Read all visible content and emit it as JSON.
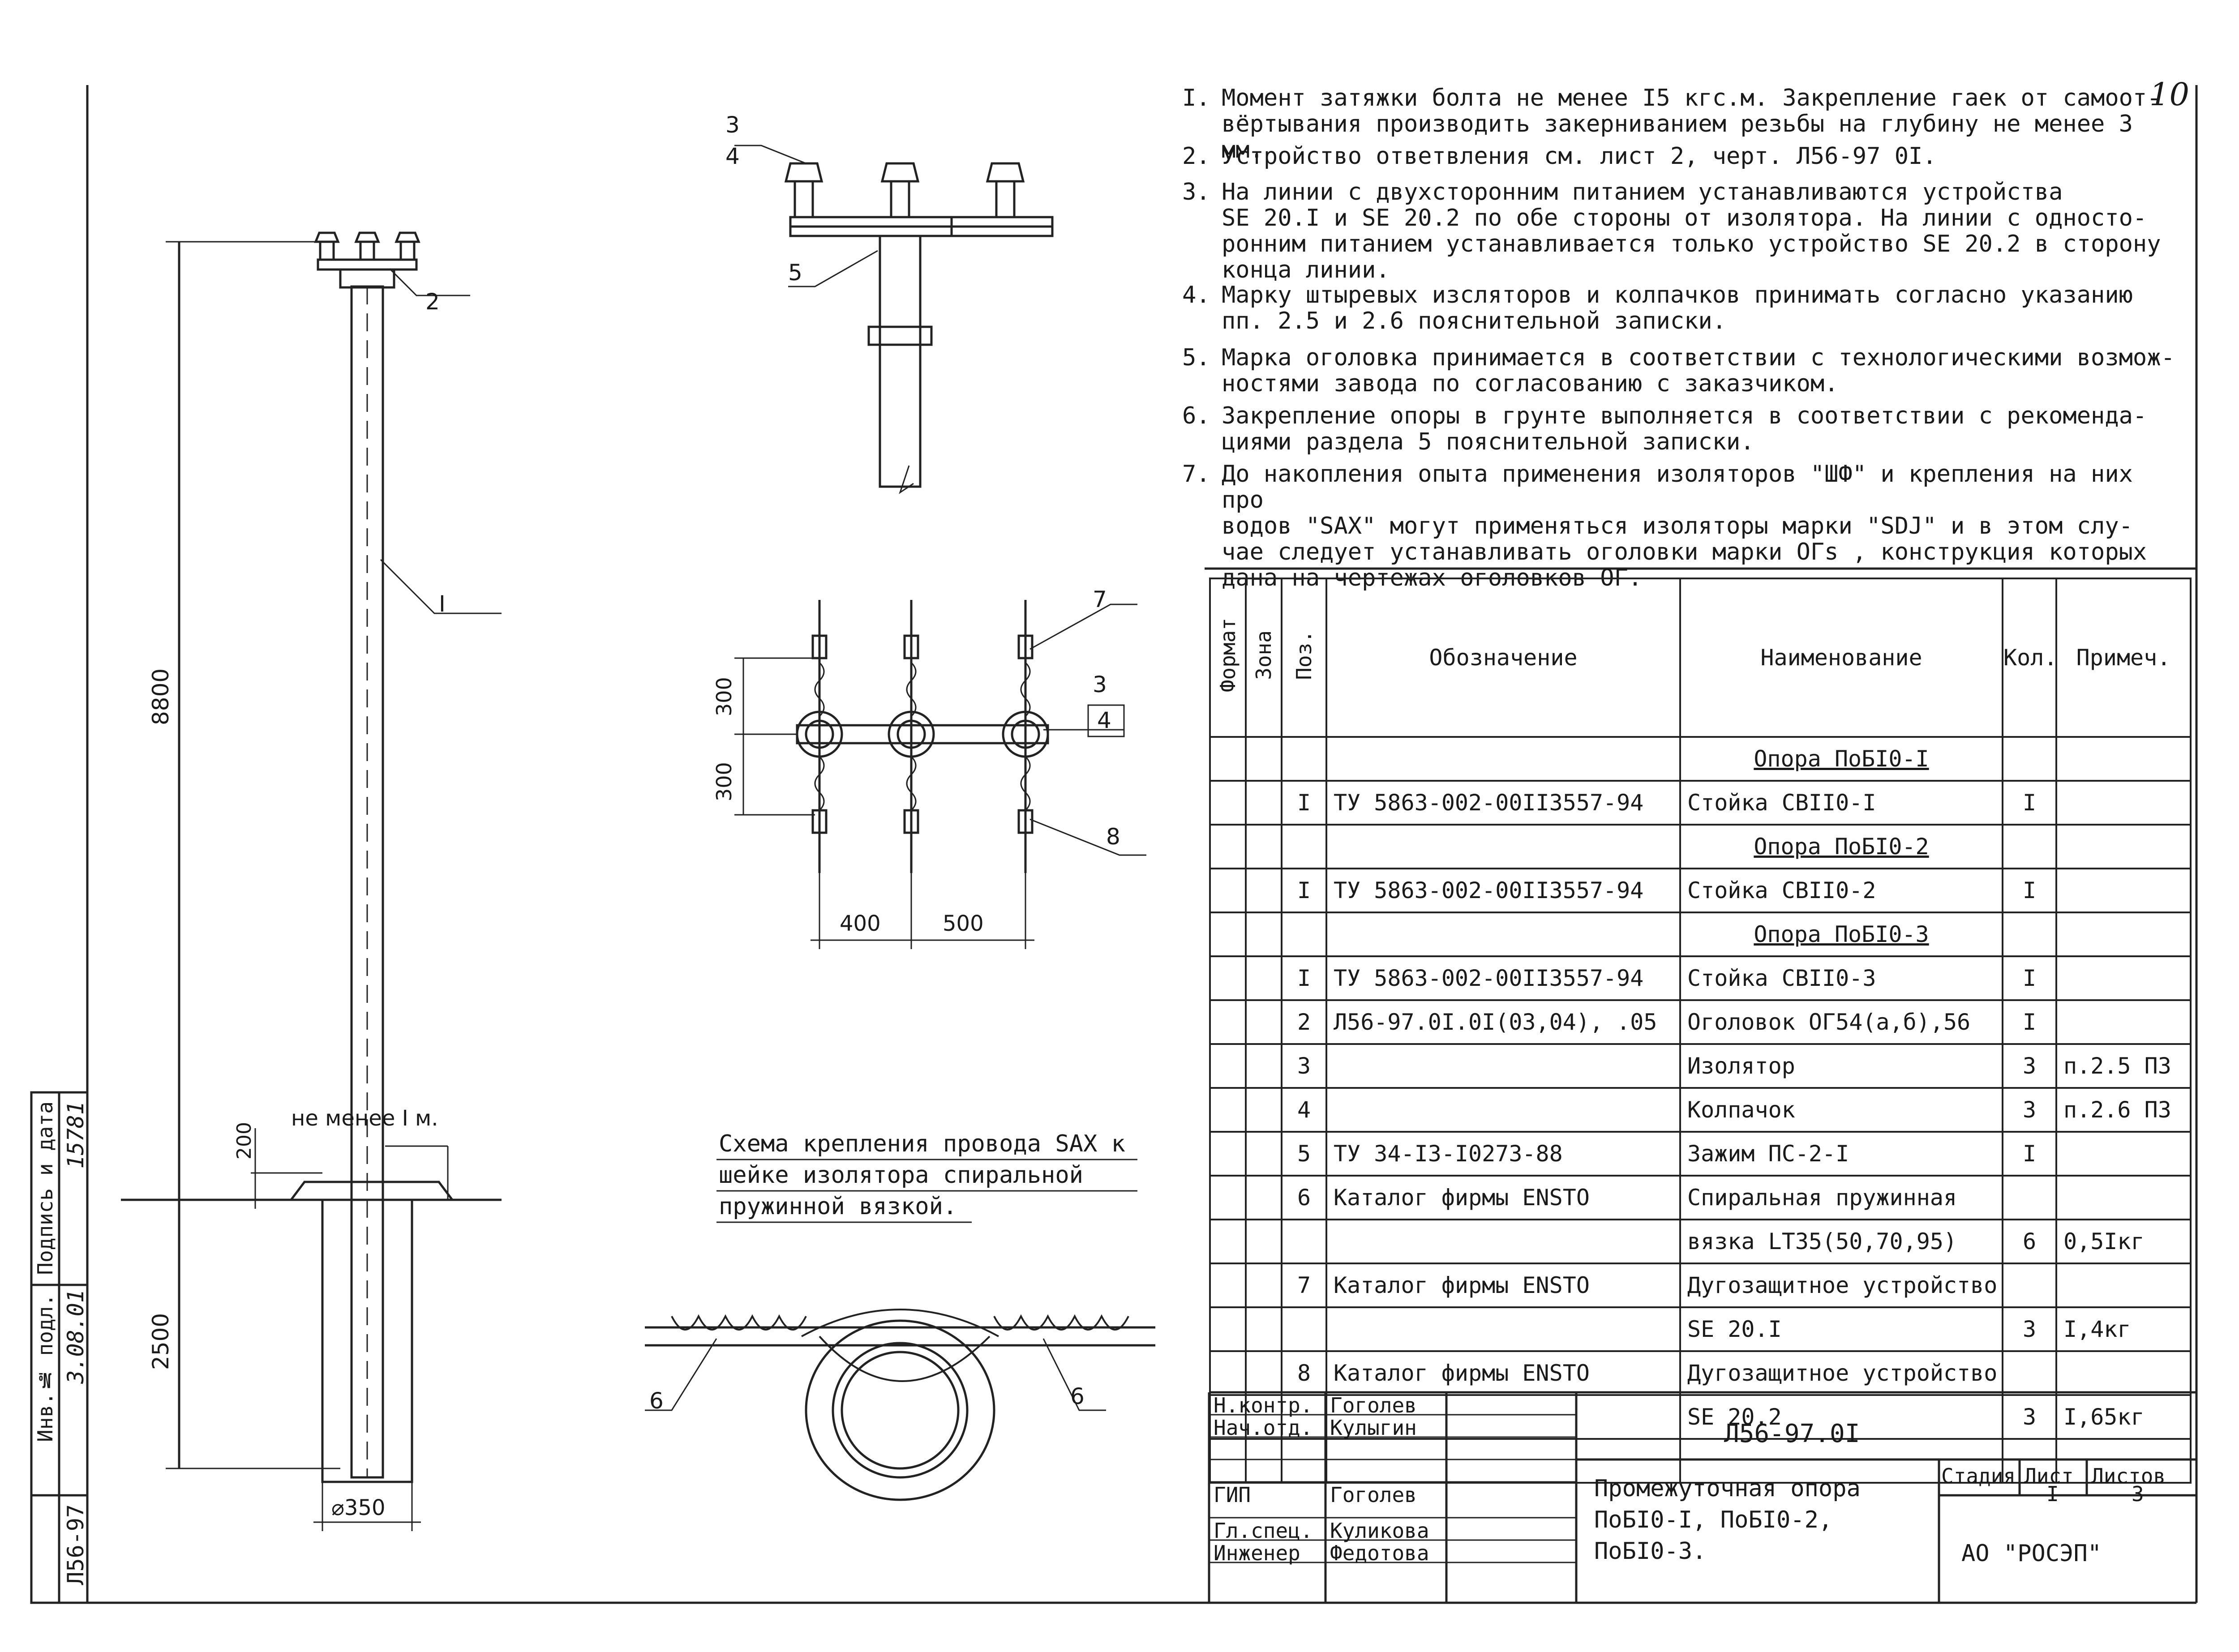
{
  "page_number": "10",
  "notes": [
    {
      "n": "I.",
      "text": "Момент затяжки болта не менее I5 кгс.м. Закрепление гаек от самоот-\nвёртывания производить закерниванием резьбы на глубину не менее 3 мм."
    },
    {
      "n": "2.",
      "text": "Устройство ответвления см. лист 2, черт. Л56-97 0I."
    },
    {
      "n": "3.",
      "text": "На линии с двухсторонним питанием устанавливаются устройства\nSE 20.I и SE 20.2 по обе стороны от изолятора. На линии с односто-\nронним питанием устанавливается только устройство SE 20.2 в сторону\nконца линии."
    },
    {
      "n": "4.",
      "text": "Марку штыревых изсляторов и колпачков принимать согласно указанию\nпп. 2.5 и 2.6 пояснительной записки."
    },
    {
      "n": "5.",
      "text": "Марка оголовка принимается в соответствии с технологическими возмож-\nностями завода по согласованию с заказчиком."
    },
    {
      "n": "6.",
      "text": "Закрепление опоры в грунте выполняется в соответствии с рекоменда-\nциями раздела 5 пояснительной записки."
    },
    {
      "n": "7.",
      "text": "До накопления опыта применения изоляторов \"ШФ\" и крепления на них про\nводов \"SAX\" могут применяться изоляторы марки \"SDJ\" и в этом слу-\nчае следует устанавливать оголовки марки ОГs , конструкция которых\nдана на чертежах оголовков ОГ."
    }
  ],
  "spec_table": {
    "headers": {
      "format": "Формат",
      "zone": "Зона",
      "pos": "Поз.",
      "designation": "Обозначение",
      "name": "Наименование",
      "qty": "Кол.",
      "note": "Примеч."
    },
    "rows": [
      {
        "pos": "",
        "designation": "",
        "name": "Опора ПоБI0-I",
        "qty": "",
        "note": "",
        "group": true
      },
      {
        "pos": "I",
        "designation": "ТУ 5863-002-00II3557-94",
        "name": "Стойка СВII0-I",
        "qty": "I",
        "note": ""
      },
      {
        "pos": "",
        "designation": "",
        "name": "Опора ПоБI0-2",
        "qty": "",
        "note": "",
        "group": true
      },
      {
        "pos": "I",
        "designation": "ТУ 5863-002-00II3557-94",
        "name": "Стойка СВII0-2",
        "qty": "I",
        "note": ""
      },
      {
        "pos": "",
        "designation": "",
        "name": "Опора ПоБI0-3",
        "qty": "",
        "note": "",
        "group": true
      },
      {
        "pos": "I",
        "designation": "ТУ 5863-002-00II3557-94",
        "name": "Стойка СВII0-3",
        "qty": "I",
        "note": ""
      },
      {
        "pos": "2",
        "designation": "Л56-97.0I.0I(03,04), .05",
        "name": "Оголовок ОГ54(а,б),56",
        "qty": "I",
        "note": ""
      },
      {
        "pos": "3",
        "designation": "",
        "name": "Изолятор",
        "qty": "3",
        "note": "п.2.5 ПЗ"
      },
      {
        "pos": "4",
        "designation": "",
        "name": "Колпачок",
        "qty": "3",
        "note": "п.2.6 ПЗ"
      },
      {
        "pos": "5",
        "designation": "ТУ 34-I3-I0273-88",
        "name": "Зажим ПС-2-I",
        "qty": "I",
        "note": ""
      },
      {
        "pos": "6",
        "designation": "Каталог фирмы ENSTO",
        "name": "Спиральная пружинная",
        "qty": "",
        "note": ""
      },
      {
        "pos": "",
        "designation": "",
        "name": "вязка LT35(50,70,95)",
        "qty": "6",
        "note": "0,5Iкг"
      },
      {
        "pos": "7",
        "designation": "Каталог фирмы ENSTO",
        "name": "Дугозащитное устройство",
        "qty": "",
        "note": ""
      },
      {
        "pos": "",
        "designation": "",
        "name": "SE 20.I",
        "qty": "3",
        "note": "I,4кг"
      },
      {
        "pos": "8",
        "designation": "Каталог фирмы ENSTO",
        "name": "Дугозащитное устройство",
        "qty": "",
        "note": ""
      },
      {
        "pos": "",
        "designation": "",
        "name": "SE 20.2",
        "qty": "3",
        "note": "I,65кг"
      },
      {
        "pos": "",
        "designation": "",
        "name": "",
        "qty": "",
        "note": ""
      }
    ]
  },
  "title_block": {
    "code": "Л56-97.0I",
    "title": "Промежуточная опора\nПоБI0-I, ПоБI0-2,\nПоБI0-3.",
    "stage_label": "Стадия",
    "sheet_label": "Лист",
    "sheets_label": "Листов",
    "sheet": "I",
    "sheets": "3",
    "org": "АО \"РОСЭП\"",
    "people": [
      {
        "role": "Н.контр.",
        "name": "Гоголев"
      },
      {
        "role": "Нач.отд.",
        "name": "Кулыгин"
      },
      {
        "role": "",
        "name": ""
      },
      {
        "role": "ГИП",
        "name": "Гоголев"
      },
      {
        "role": "Гл.спец.",
        "name": "Куликова"
      },
      {
        "role": "Инженер",
        "name": "Федотова"
      }
    ]
  },
  "side_stamp": {
    "inv_label": "Инв.№ подл.",
    "sign_label": "Подпись и дата",
    "sheet_code": "Л56-97",
    "date": "3.08.01",
    "number": "15781"
  },
  "drawing": {
    "pole_height": "8800",
    "ground_depth": "2500",
    "diameter": "⌀350",
    "min_depth_label": "не менее I м.",
    "offset_200": "200",
    "dim_300a": "300",
    "dim_300b": "300",
    "dim_400": "400",
    "dim_500": "500",
    "callouts": {
      "c1": "I",
      "c2": "2",
      "c3": "3",
      "c4": "4",
      "c5": "5",
      "c3b": "3",
      "c4b": "4",
      "c7": "7",
      "c8": "8",
      "c6a": "6",
      "c6b": "6"
    },
    "caption": "Схема крепления провода SAX к\nшейке изолятора спиральной\nпружинной вязкой."
  }
}
